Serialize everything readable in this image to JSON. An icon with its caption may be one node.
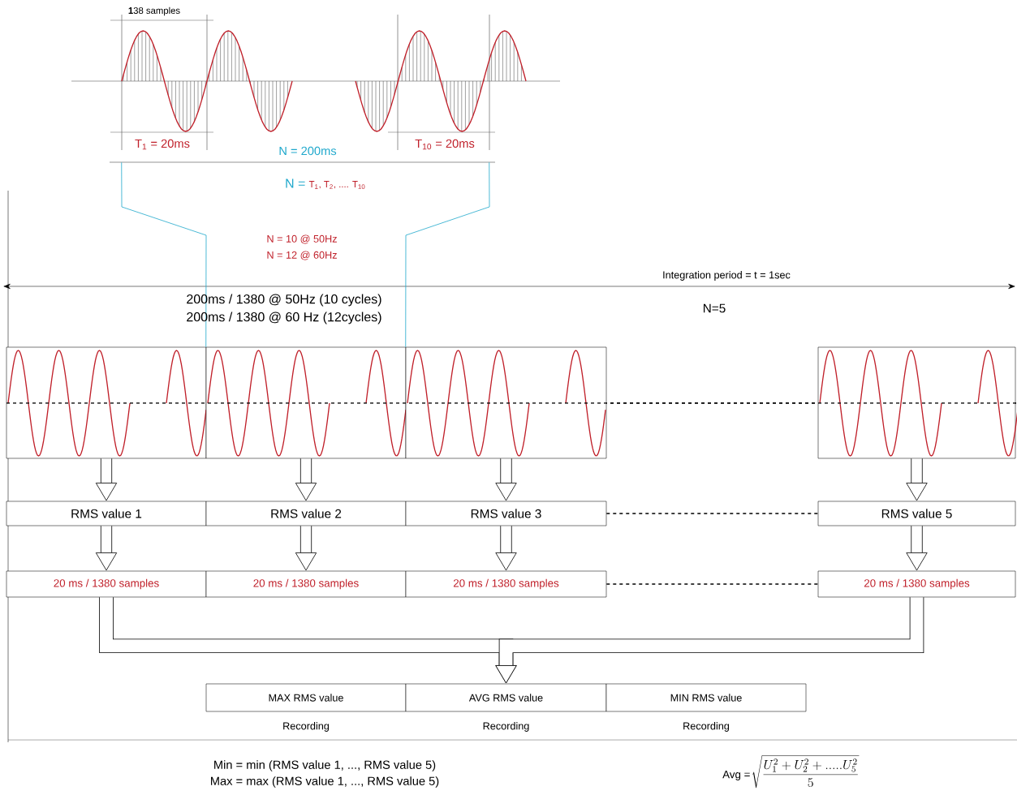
{
  "diagram": {
    "nodes": [
      {
        "text": [],
        "shape": "box"
      },
      {
        "text": [],
        "shape": "box"
      },
      {
        "text": [],
        "shape": "box"
      },
      {
        "text": [],
        "shape": "box"
      },
      {
        "text": [
          "RMS value 1"
        ]
      },
      {
        "text": [
          "RMS value 2"
        ]
      },
      {
        "text": [
          "RMS value 3"
        ]
      },
      {
        "text": [
          "RMS value 5"
        ]
      },
      {
        "text": [
          "20 ms / 1380 samples"
        ]
      },
      {
        "text": [
          "20 ms / 1380 samples"
        ]
      },
      {
        "text": [
          "20 ms / 1380 samples"
        ]
      },
      {
        "text": [
          "20 ms / 1380 samples"
        ]
      },
      {
        "text": [
          "MAX RMS value"
        ],
        "beside": [
          "Recording"
        ]
      },
      {
        "text": [
          "AVG RMS value"
        ],
        "beside": [
          "Recording"
        ]
      },
      {
        "text": [
          "MIN RMS value"
        ],
        "beside": [
          "Recording"
        ]
      },
      {
        "text": [],
        "shape": "picture"
      }
    ],
    "edges": [
      {
        "from": 0,
        "to": 4,
        "arrow": "to"
      },
      {
        "from": 1,
        "to": 5,
        "arrow": "to"
      },
      {
        "from": 2,
        "to": 6,
        "arrow": "to"
      },
      {
        "from": 3,
        "to": 7,
        "arrow": "to"
      },
      {
        "from": 4,
        "to": 8,
        "arrow": "to"
      },
      {
        "from": 5,
        "to": 9,
        "arrow": "to"
      },
      {
        "from": 6,
        "to": 10,
        "arrow": "to"
      },
      {
        "from": 7,
        "to": 11,
        "arrow": "to"
      },
      {
        "from": 6,
        "to": 7,
        "arrow": "none",
        "style": "dashed"
      },
      {
        "from": 10,
        "to": 11,
        "arrow": "none",
        "style": "dashed"
      },
      {
        "from": 8,
        "to": 13,
        "arrow": "to"
      },
      {
        "from": 11,
        "to": 13,
        "arrow": "to"
      },
      {
        "from": 15,
        "to": 1,
        "arrow": "none",
        "color": "#1fa8cc"
      },
      {
        "from": 15,
        "to": 2,
        "arrow": "none",
        "color": "#1fa8cc"
      }
    ],
    "labels": [
      "**1**38 samples",
      "T$_{1}$ = 20ms",
      "T$_{10}$ = 20ms",
      "N = 200ms",
      "N =",
      "T$_{1}$, T$_{2}$, .... T$_{10}$",
      "N = 10 @ 50Hz",
      "N = 12 @ 60Hz",
      "Integration period = t = 1sec",
      "200ms / 1380 @ 50Hz (10 cycles)",
      "200ms / 1380 @ 60 Hz (12cycles)",
      "N=5",
      "Min = min (RMS value 1, ..., RMS value 5)",
      "Max = max (RMS value 1, ..., RMS value 5)",
      "Avg =",
      "\\sqrt{\\frac{U_{1}^{2} + U_{2}^{2} + ..... U_{5}^{2}}{5}}"
    ]
  }
}
